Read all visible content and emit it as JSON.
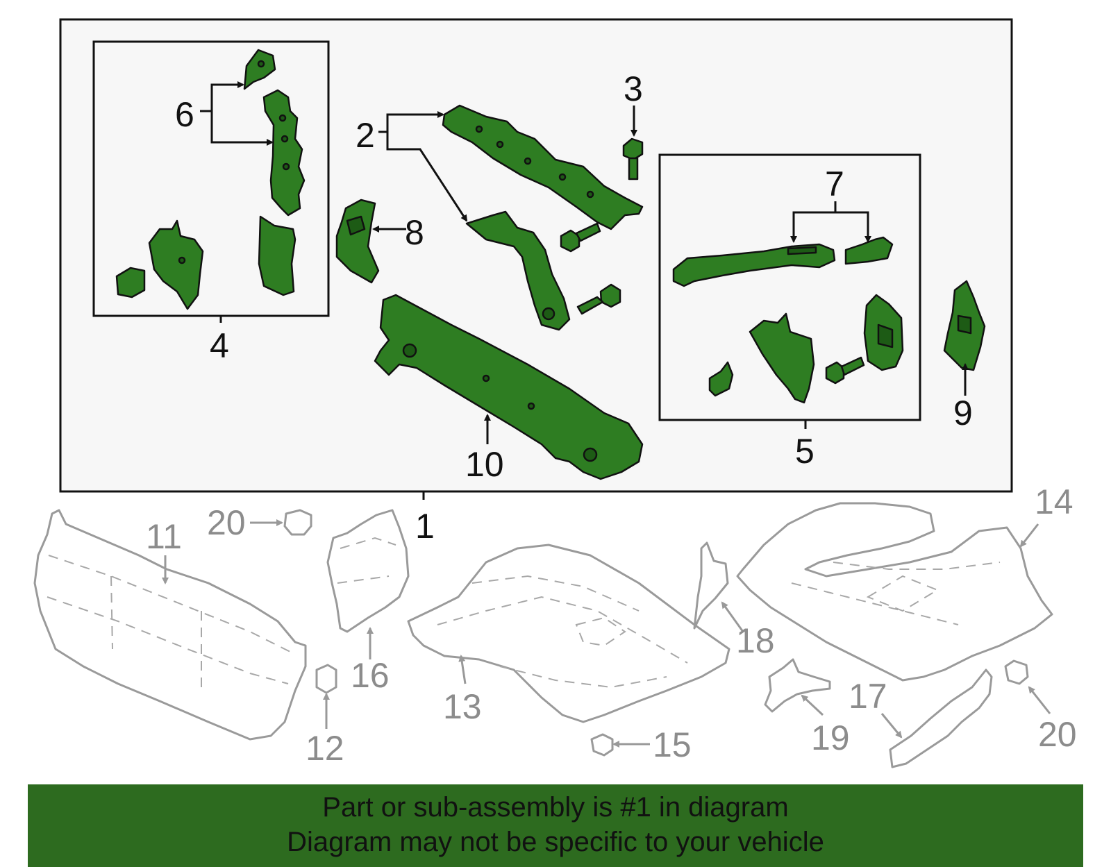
{
  "callouts": {
    "c1": "1",
    "c2": "2",
    "c3": "3",
    "c4": "4",
    "c5": "5",
    "c6": "6",
    "c7": "7",
    "c8": "8",
    "c9": "9",
    "c10": "10",
    "c11": "11",
    "c12": "12",
    "c13": "13",
    "c14": "14",
    "c15": "15",
    "c16": "16",
    "c17": "17",
    "c18": "18",
    "c19": "19",
    "c20a": "20",
    "c20b": "20"
  },
  "banner": {
    "line1": "Part or sub-assembly is #1 in diagram",
    "line2": "Diagram may not be specific to your vehicle",
    "color": "#2d6b1f"
  },
  "colors": {
    "highlight_part": "#2e7d22",
    "panel_background": "#f7f7f7",
    "other_part_outline": "#9a9a9a"
  }
}
